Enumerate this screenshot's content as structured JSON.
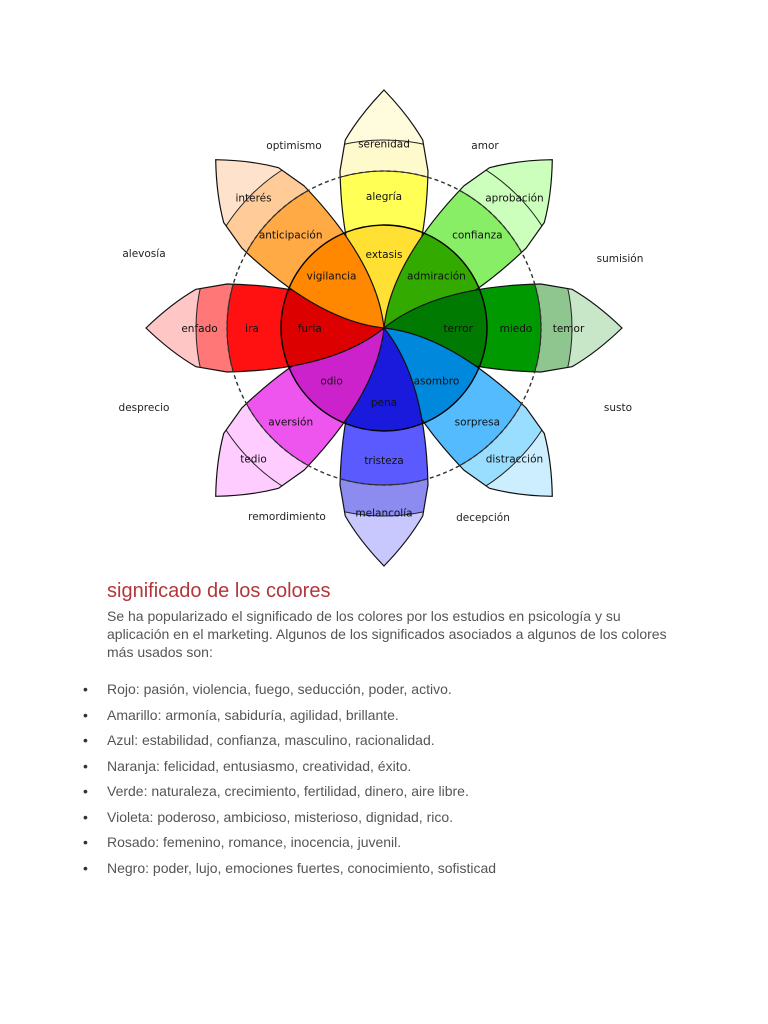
{
  "colors": {
    "heading": "#b2373b",
    "body_text": "#555555"
  },
  "wheel": {
    "petals": [
      {
        "key": "joy",
        "outer": "serenidad",
        "mid": "alegría",
        "inner": "extasis",
        "colors": [
          "#fffacc",
          "#ffff55",
          "#ffe033"
        ]
      },
      {
        "key": "trust",
        "outer": "aprobación",
        "mid": "confianza",
        "inner": "admiración",
        "colors": [
          "#ccffbb",
          "#88ee66",
          "#33aa00"
        ]
      },
      {
        "key": "fear",
        "outer": "temor",
        "mid": "miedo",
        "inner": "terror",
        "colors": [
          "#8fc690",
          "#009a00",
          "#007a00"
        ]
      },
      {
        "key": "surprise",
        "outer": "distracción",
        "mid": "sorpresa",
        "inner": "asombro",
        "colors": [
          "#99ddff",
          "#55bbff",
          "#0088dd"
        ]
      },
      {
        "key": "sadness",
        "outer": "melancolía",
        "mid": "tristeza",
        "inner": "pena",
        "colors": [
          "#8b8bf0",
          "#5a5aff",
          "#1a1add"
        ]
      },
      {
        "key": "disgust",
        "outer": "tedio",
        "mid": "aversión",
        "inner": "odio",
        "colors": [
          "#ffccff",
          "#ee55ee",
          "#cc22cc"
        ]
      },
      {
        "key": "anger",
        "outer": "enfado",
        "mid": "ira",
        "inner": "furia",
        "colors": [
          "#ff7777",
          "#ff1111",
          "#dd0000"
        ]
      },
      {
        "key": "anticipation",
        "outer": "interés",
        "mid": "anticipación",
        "inner": "vigilancia",
        "colors": [
          "#ffcc99",
          "#ffaa44",
          "#ff8800"
        ]
      }
    ],
    "outer_labels": {
      "optimism": "optimismo",
      "love": "amor",
      "submission": "sumisión",
      "awe": "susto",
      "disapproval": "decepción",
      "remorse": "remordimiento",
      "contempt": "desprecio",
      "aggressiveness": "alevosía"
    },
    "tip_colors": {
      "joy": "#fffcdd",
      "trust": "#ccffbb",
      "fear": "#c8e6c8",
      "surprise": "#cceeff",
      "sadness": "#c8c8ff",
      "disgust": "#ffccff",
      "anger": "#ffc6c6",
      "anticipation": "#ffe2cc"
    }
  },
  "article": {
    "heading": "significado de los colores",
    "intro": "Se ha popularizado el significado de los colores por los estudios en psicología y su aplicación en el marketing. Algunos de los significados asociados a algunos de los colores más usados son:",
    "bullet_glyph": "•",
    "items": [
      "Rojo: pasión, violencia, fuego, seducción, poder, activo.",
      "Amarillo: armonía, sabiduría, agilidad, brillante.",
      "Azul: estabilidad, confianza, masculino, racionalidad.",
      "Naranja: felicidad, entusiasmo, creatividad, éxito.",
      "Verde: naturaleza, crecimiento, fertilidad, dinero, aire libre.",
      "Violeta: poderoso, ambicioso, misterioso, dignidad, rico.",
      "Rosado: femenino, romance, inocencia, juvenil.",
      "Negro: poder, lujo, emociones fuertes, conocimiento, sofisticad"
    ]
  }
}
